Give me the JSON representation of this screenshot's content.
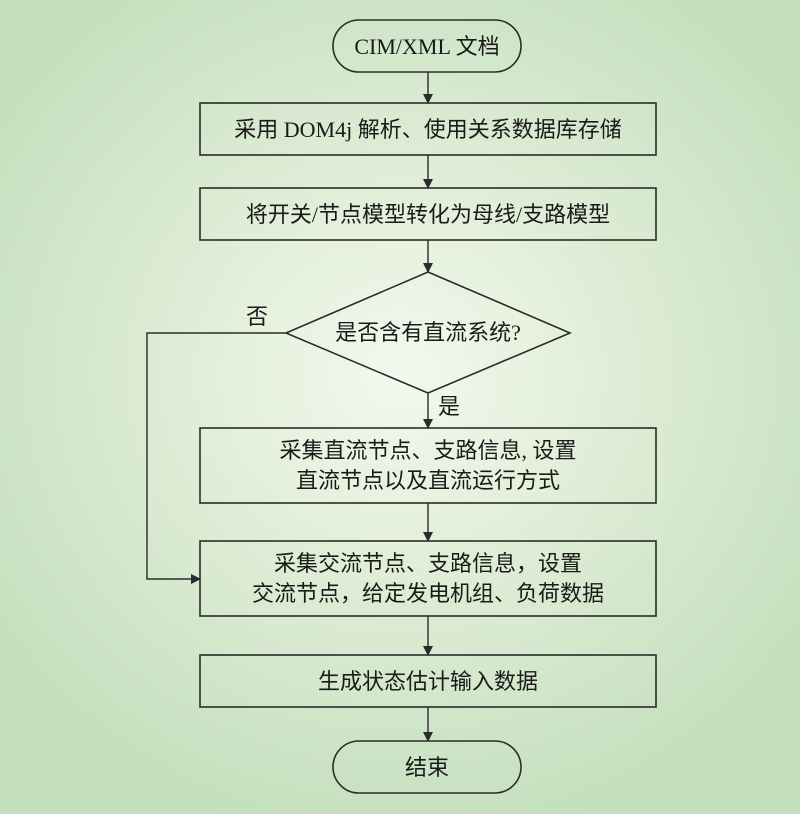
{
  "flowchart": {
    "start": "CIM/XML 文档",
    "step1": "采用 DOM4j 解析、使用关系数据库存储",
    "step2": "将开关/节点模型转化为母线/支路模型",
    "decision": "是否含有直流系统?",
    "no_label": "否",
    "yes_label": "是",
    "step3_line1": "采集直流节点、支路信息, 设置",
    "step3_line2": "直流节点以及直流运行方式",
    "step4_line1": "采集交流节点、支路信息，设置",
    "step4_line2": "交流节点，给定发电机组、负荷数据",
    "step5": "生成状态估计输入数据",
    "end": "结束"
  }
}
